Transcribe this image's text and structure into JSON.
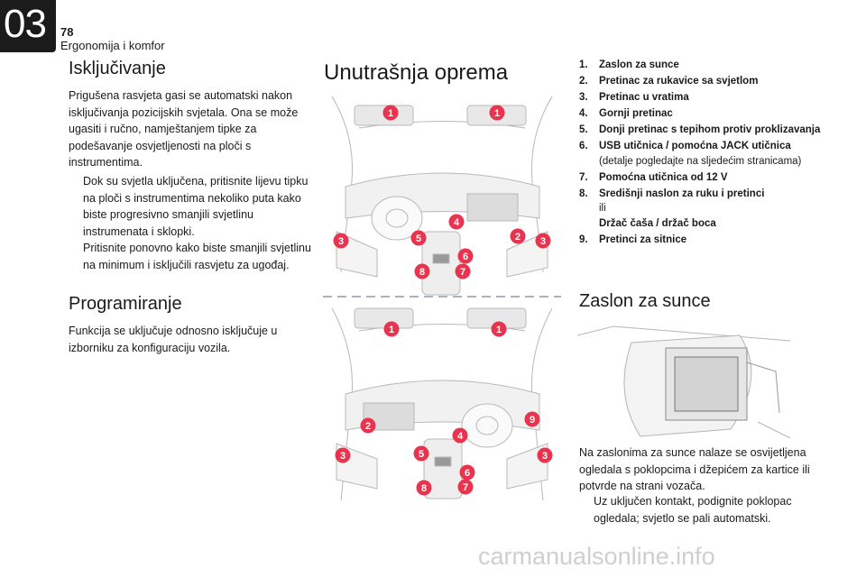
{
  "header": {
    "chapter_number": "03",
    "page_number": "78",
    "section_title": "Ergonomija i komfor"
  },
  "left_column": {
    "heading_1": "Isključivanje",
    "paragraph_1": "Prigušena rasvjeta gasi se automatski nakon isključivanja pozicijskih svjetala. Ona se može ugasiti i ručno, namještanjem tipke za podešavanje osvjetljenosti na ploči s instrumentima.",
    "bullet_mark": "",
    "bullets": [
      "Dok su svjetla uključena, pritisnite lijevu tipku na ploči s instrumentima nekoliko puta kako biste progresivno smanjili svjetlinu instrumenata i sklopki.",
      "Pritisnite ponovno kako biste smanjili svjetlinu na minimum i isključili rasvjetu za ugođaj."
    ],
    "heading_2": "Programiranje",
    "paragraph_2": "Funkcija se uključuje odnosno isključuje u izborniku za konfiguraciju vozila."
  },
  "middle_column": {
    "heading": "Unutrašnja oprema",
    "callouts_top": [
      "1",
      "1",
      "2",
      "3",
      "3",
      "4",
      "5",
      "6",
      "7",
      "8"
    ],
    "callouts_bottom": [
      "1",
      "1",
      "2",
      "3",
      "3",
      "4",
      "5",
      "6",
      "7",
      "8",
      "9"
    ],
    "callout_color": "#e8344e"
  },
  "right_column": {
    "items": [
      {
        "num": "1.",
        "title": "Zaslon za sunce"
      },
      {
        "num": "2.",
        "title": "Pretinac za rukavice sa svjetlom"
      },
      {
        "num": "3.",
        "title": "Pretinac u vratima"
      },
      {
        "num": "4.",
        "title": "Gornji pretinac"
      },
      {
        "num": "5.",
        "title": "Donji pretinac s tepihom protiv proklizavanja"
      },
      {
        "num": "6.",
        "title": "USB utičnica / pomoćna JACK utičnica",
        "sub": "(detalje pogledajte na sljedećim stranicama)"
      },
      {
        "num": "7.",
        "title": "Pomoćna utičnica od 12 V"
      },
      {
        "num": "8.",
        "title": "Središnji naslon za ruku i pretinci",
        "sub": "ili",
        "sub2": "Držač čaša / držač boca"
      },
      {
        "num": "9.",
        "title": "Pretinci za sitnice"
      }
    ],
    "heading": "Zaslon za sunce",
    "paragraph": "Na zaslonima za sunce nalaze se osvijetljena ogledala s poklopcima i džepićem za kartice ili potvrde na strani vozača.",
    "bullet": "Uz uključen kontakt, podignite poklopac ogledala; svjetlo se pali automatski."
  },
  "watermark": "carmanualsonline.info"
}
